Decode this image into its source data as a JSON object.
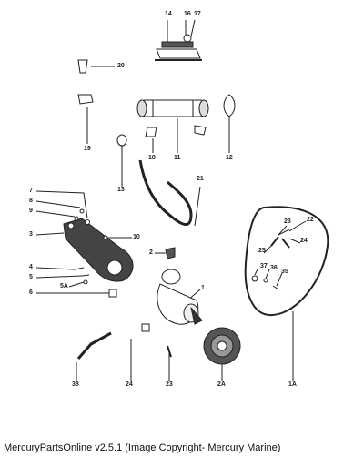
{
  "callouts": {
    "c14": "14",
    "c16": "16",
    "c17": "17",
    "c20": "20",
    "c19": "19",
    "c18": "18",
    "c11": "11",
    "c12": "12",
    "c13": "13",
    "c21": "21",
    "c7": "7",
    "c8": "8",
    "c9": "9",
    "c3": "3",
    "c10": "10",
    "c2": "2",
    "c4": "4",
    "c5": "5",
    "c5a": "5A",
    "c6": "6",
    "c1": "1",
    "c23a": "23",
    "c22": "22",
    "c24a": "24",
    "c25": "25",
    "c37": "37",
    "c36": "36",
    "c35": "35",
    "c38": "38",
    "c24b": "24",
    "c23b": "23",
    "c2a": "2A",
    "c1a": "1A"
  },
  "footer": "MercuryPartsOnline v2.5.1 (Image Copyright- Mercury Marine)"
}
